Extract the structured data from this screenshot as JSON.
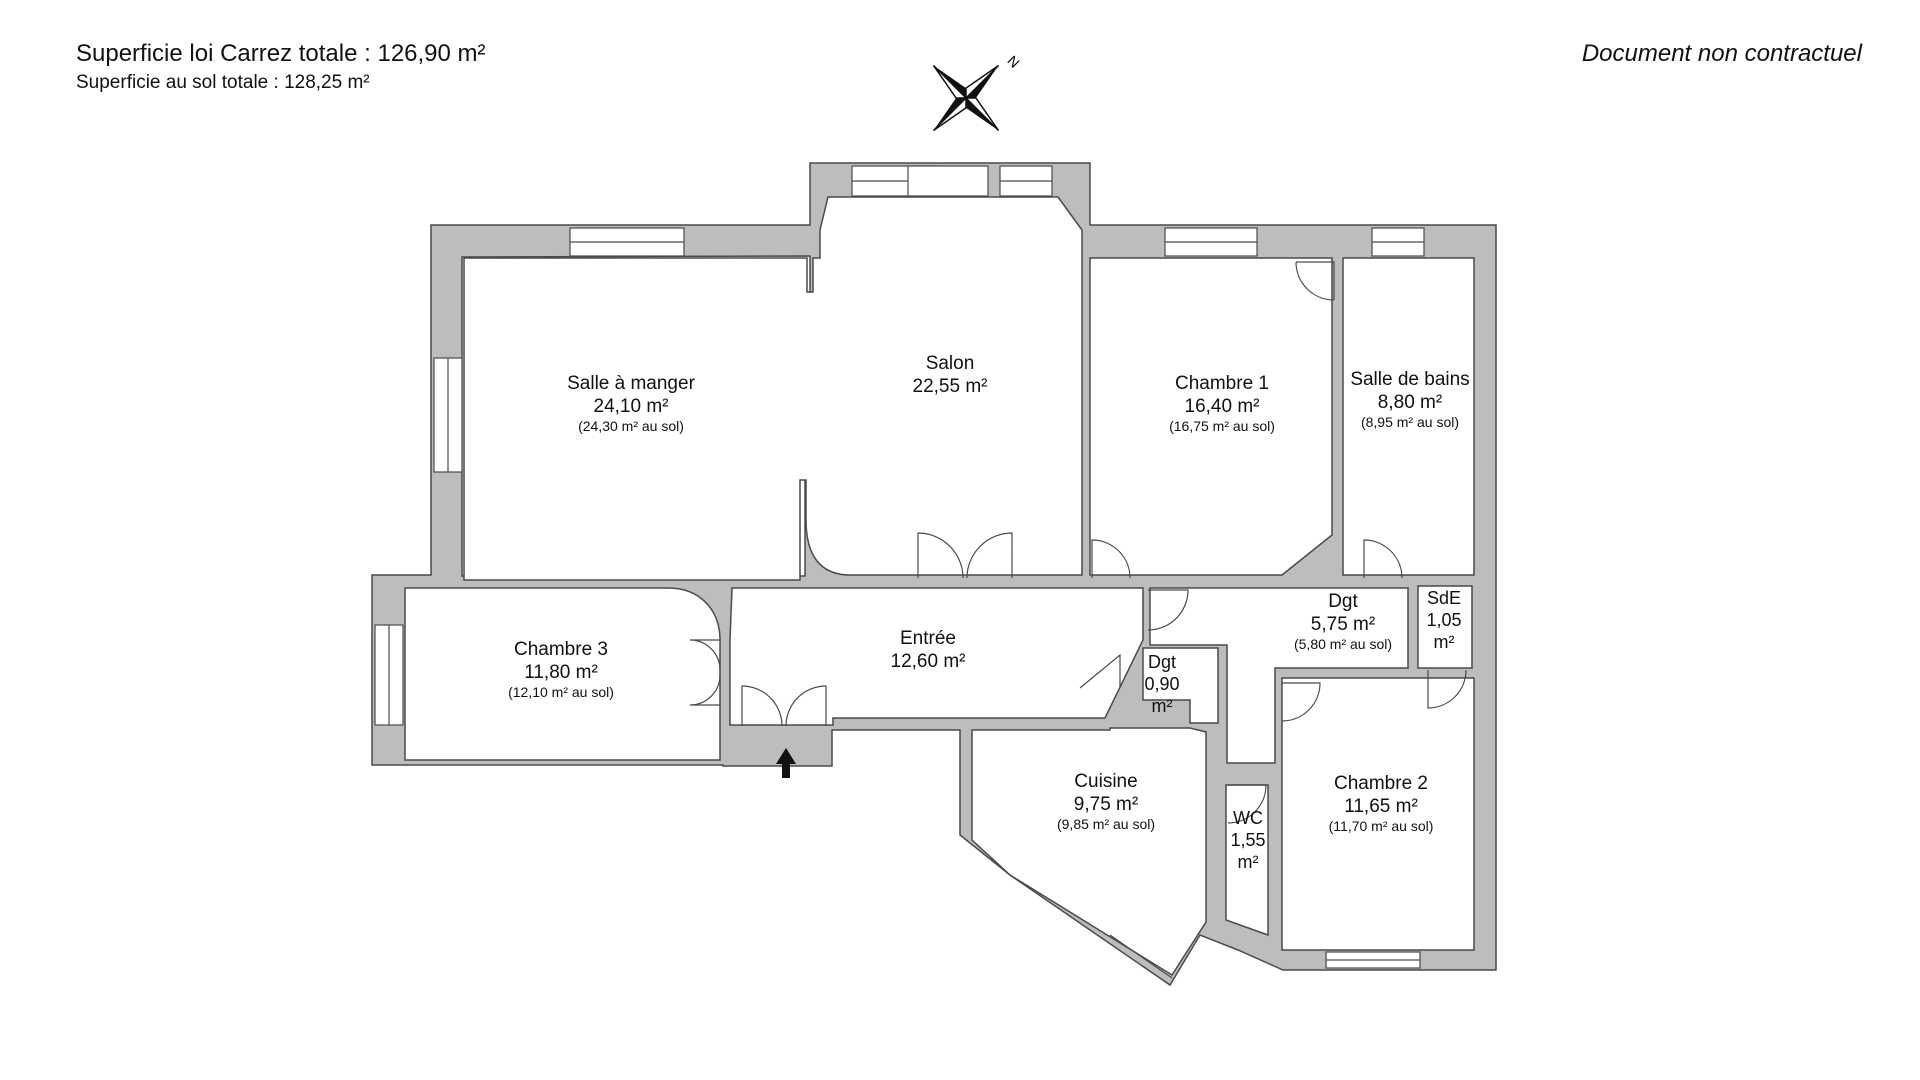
{
  "header": {
    "carrez_total": "Superficie loi Carrez totale :  126,90 m²",
    "sol_total": "Superficie au sol totale :  128,25 m²",
    "disclaimer": "Document non contractuel"
  },
  "compass": {
    "north_letter": "N"
  },
  "rooms": {
    "salle_a_manger": {
      "name": "Salle à manger",
      "area": "24,10 m²",
      "ground": "(24,30 m² au sol)"
    },
    "salon": {
      "name": "Salon",
      "area": "22,55 m²"
    },
    "chambre1": {
      "name": "Chambre 1",
      "area": "16,40 m²",
      "ground": "(16,75 m² au sol)"
    },
    "salle_de_bains": {
      "name": "Salle de bains",
      "area": "8,80 m²",
      "ground": "(8,95 m² au sol)"
    },
    "chambre3": {
      "name": "Chambre 3",
      "area": "11,80 m²",
      "ground": "(12,10 m² au sol)"
    },
    "entree": {
      "name": "Entrée",
      "area": "12,60 m²"
    },
    "dgt_large": {
      "name": "Dgt",
      "area": "5,75 m²",
      "ground": "(5,80 m² au sol)"
    },
    "sde": {
      "name": "SdE",
      "area_line1": "1,05",
      "area_line2": "m²"
    },
    "dgt_small": {
      "name": "Dgt",
      "area_line1": "0,90",
      "area_line2": "m²"
    },
    "cuisine": {
      "name": "Cuisine",
      "area": "9,75 m²",
      "ground": "(9,85 m² au sol)"
    },
    "wc": {
      "name": "WC",
      "area_line1": "1,55",
      "area_line2": "m²"
    },
    "chambre2": {
      "name": "Chambre 2",
      "area": "11,65 m²",
      "ground": "(11,70 m² au sol)"
    }
  },
  "colors": {
    "wall": "#bdbdbd",
    "wall_stroke": "#4a4a4a",
    "floor": "#ffffff"
  }
}
